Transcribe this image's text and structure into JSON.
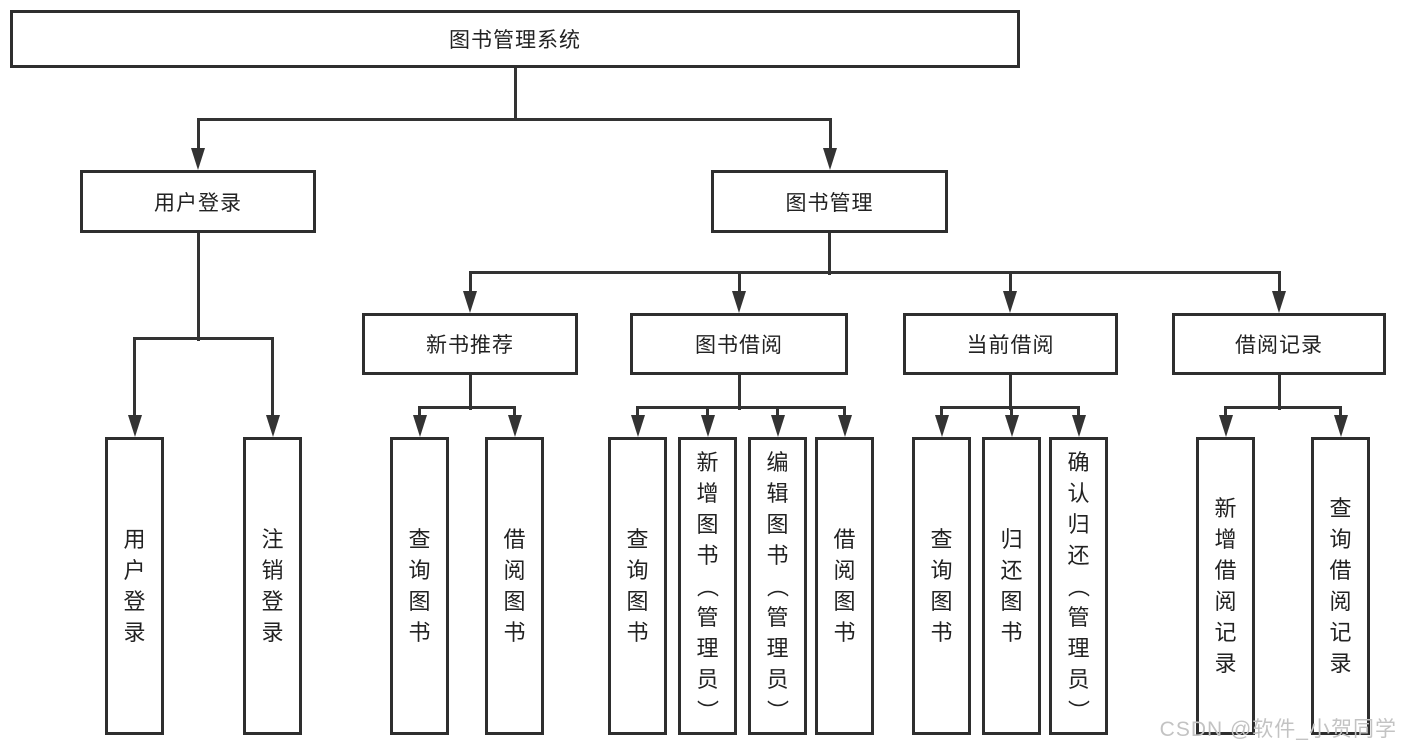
{
  "colors": {
    "line": "#333333",
    "box_border": "#2e2e2e",
    "text": "#222222",
    "watermark": "#c3c3c3",
    "background": "#ffffff"
  },
  "tree": {
    "label": "图书管理系统",
    "children": [
      {
        "label": "用户登录",
        "children": [
          {
            "label": "用户登录"
          },
          {
            "label": "注销登录"
          }
        ]
      },
      {
        "label": "图书管理",
        "children": [
          {
            "label": "新书推荐",
            "children": [
              {
                "label": "查询图书"
              },
              {
                "label": "借阅图书"
              }
            ]
          },
          {
            "label": "图书借阅",
            "children": [
              {
                "label": "查询图书"
              },
              {
                "label": "新增图书（管理员）"
              },
              {
                "label": "编辑图书（管理员）"
              },
              {
                "label": "借阅图书"
              }
            ]
          },
          {
            "label": "当前借阅",
            "children": [
              {
                "label": "查询图书"
              },
              {
                "label": "归还图书"
              },
              {
                "label": "确认归还（管理员）"
              }
            ]
          },
          {
            "label": "借阅记录",
            "children": [
              {
                "label": "新增借阅记录"
              },
              {
                "label": "查询借阅记录"
              }
            ]
          }
        ]
      }
    ]
  },
  "watermark": {
    "text": "CSDN @软件_小贺同学"
  }
}
